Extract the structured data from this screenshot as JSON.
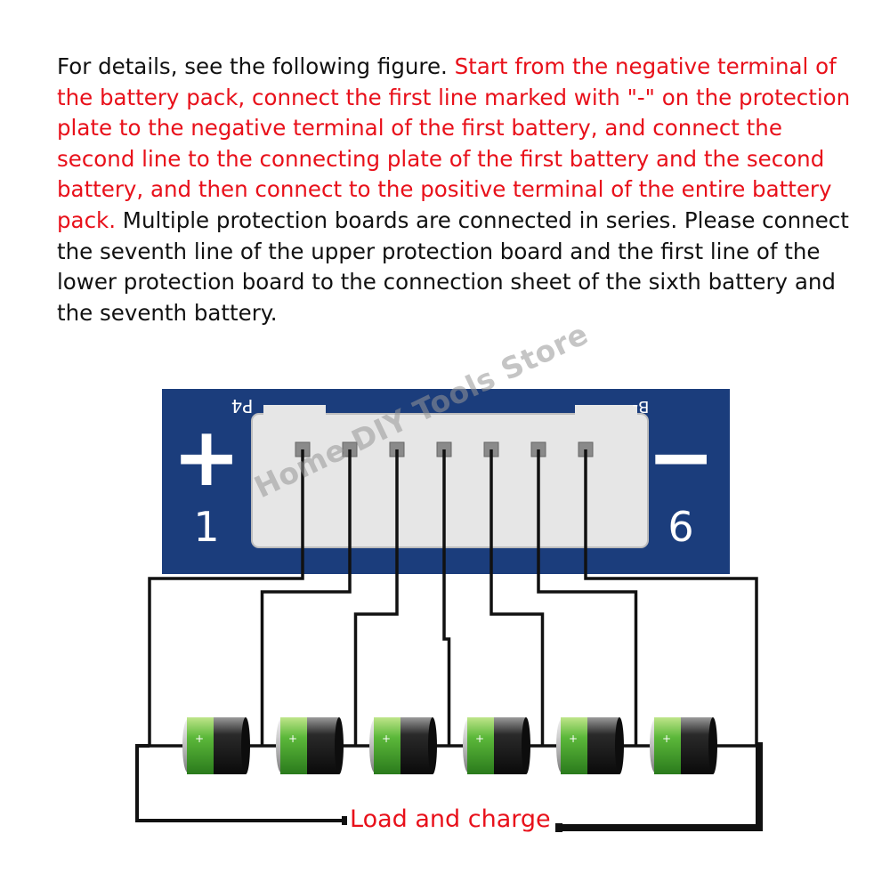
{
  "description": {
    "part1": "For details, see the following figure. ",
    "part2": "Start from the negative terminal of the battery pack, connect the first line marked with \"-\" on the protection plate to the negative terminal of the first battery, and connect the second line to the connecting plate of the first battery and the second battery, and then connect to the positive terminal of the entire battery pack.",
    "part3": " Multiple protection boards are connected in series. Please connect the seventh line of the upper protection board and the first line of the lower protection board to the connection sheet of the sixth battery and the seventh battery."
  },
  "board": {
    "plus_sign": "+",
    "minus_sign": "−",
    "left_number": "1",
    "right_number": "6",
    "silk_left": "P4",
    "silk_right": "B-",
    "pin_count": 7
  },
  "battery": {
    "count": 6,
    "terminal_mark": "+"
  },
  "load_label": "Load and charge",
  "watermark": "Home DIY Tools Store",
  "colors": {
    "board_blue": "#1b3d7c",
    "connector": "#e6e6e6",
    "wire": "#111111",
    "battery_green": "#3c9a2a",
    "battery_black": "#1a1a1a",
    "highlight_red": "#e8101a"
  }
}
